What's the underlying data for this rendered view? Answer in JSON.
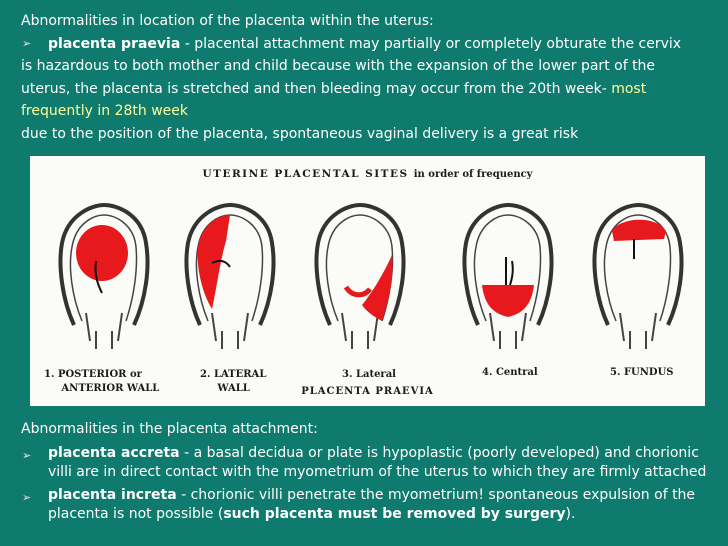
{
  "intro": {
    "heading": "Abnormalities in location of the placenta within the uterus:",
    "praevia_term": "placenta praevia",
    "praevia_desc": " - placental attachment may partially or completely obturate the cervix",
    "line2": "is hazardous to both mother and child because with the expansion of the lower part of the",
    "line3_a": "uterus, the placenta is stretched and then bleeding may occur from the 20th week- ",
    "line3_b": "most",
    "line4": "frequently in 28th week",
    "line5": "due to the position of the placenta, spontaneous vaginal delivery is a great risk"
  },
  "figure": {
    "title": "UTERINE PLACENTAL SITES",
    "title_sub": "in order of frequency",
    "footer": "PLACENTA PRAEVIA",
    "captions": [
      {
        "n": "1.",
        "l1": "POSTERIOR or",
        "l2": "ANTERIOR WALL"
      },
      {
        "n": "2.",
        "l1": "LATERAL",
        "l2": "WALL"
      },
      {
        "n": "3.",
        "l1": "Lateral",
        "l2": ""
      },
      {
        "n": "4.",
        "l1": "Central",
        "l2": ""
      },
      {
        "n": "5.",
        "l1": "FUNDUS",
        "l2": ""
      }
    ]
  },
  "attachment": {
    "heading": "Abnormalities in the placenta attachment:",
    "accreta_term": "placenta accreta",
    "accreta_desc": " - a basal decidua or plate is hypoplastic (poorly developed) and chorionic villi are in direct contact with the myometrium of the uterus to which they are firmly attached",
    "increta_term": "placenta increta",
    "increta_desc": " - chorionic villi penetrate the myometrium! spontaneous expulsion of the placenta is not possible (",
    "increta_bold": "such placenta must be removed by surgery",
    "increta_end": ")."
  },
  "colors": {
    "background": "#0f7a6e",
    "highlight": "#ffff99",
    "placenta": "#e8191d"
  },
  "icons": [
    "arrow-bullet-icon"
  ]
}
